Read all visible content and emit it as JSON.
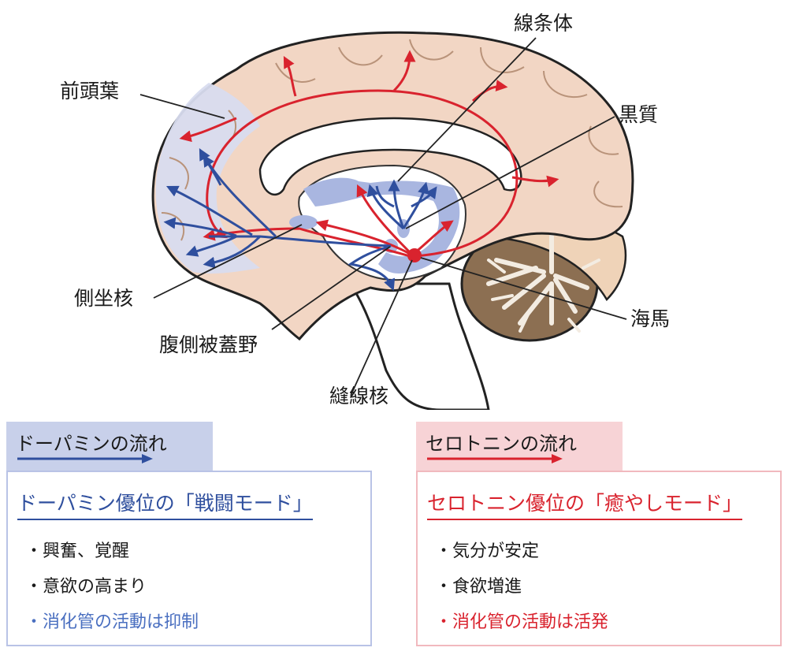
{
  "labels": {
    "prefrontal": "前頭葉",
    "striatum": "線条体",
    "substantia_nigra": "黒質",
    "nucleus_accumbens": "側坐核",
    "vta": "腹側被蓋野",
    "raphe": "縫線核",
    "hippocampus": "海馬"
  },
  "dopamine": {
    "flow_title": "ドーパミンの流れ",
    "mode_title": "ドーパミン優位の「戦闘モード」",
    "bullets": [
      "・興奮、覚醒",
      "・意欲の高まり",
      "・消化管の活動は抑制"
    ]
  },
  "serotonin": {
    "flow_title": "セロトニンの流れ",
    "mode_title": "セロトニン優位の「癒やしモード」",
    "bullets": [
      "・気分が安定",
      "・食欲増進",
      "・消化管の活動は活発"
    ]
  },
  "colors": {
    "dopamine": "#2f4f9e",
    "serotonin": "#d9232e",
    "dopamine_panel": "#c8d0ea",
    "serotonin_panel": "#f7d3d6",
    "cortex": "#f2d6c4",
    "frontal": "#d8dcef",
    "cerebellum": "#8c6f52"
  }
}
